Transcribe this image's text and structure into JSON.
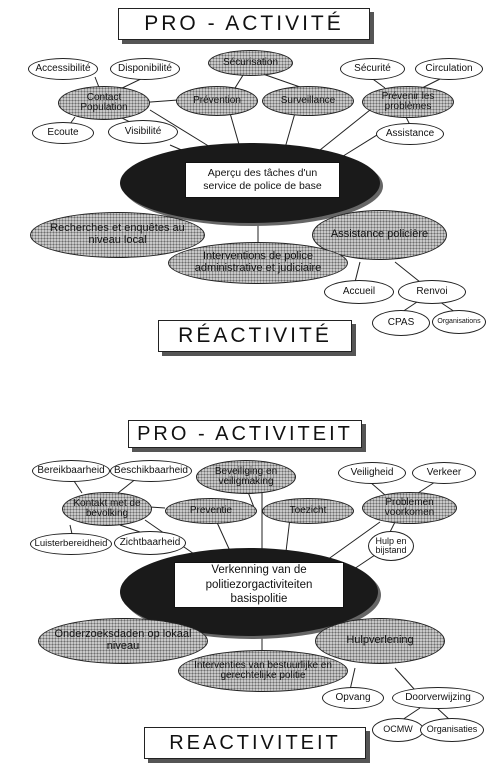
{
  "top": {
    "title": "PRO - ACTIVITÉ",
    "bottom_title": "RÉACTIVITÉ",
    "center": "Aperçu des tâches d'un service de police de base",
    "nodes": {
      "accessibilite": "Accessibilité",
      "disponibilite": "Disponibilité",
      "securisation": "Sécurisation",
      "securite": "Sécurité",
      "circulation": "Circulation",
      "contact": "Contact Population",
      "prevention": "Prévention",
      "surveillance": "Surveillance",
      "prevenir": "Prévenir les problèmes",
      "ecoute": "Ecoute",
      "visibilite": "Visibilité",
      "assistance": "Assistance",
      "recherches": "Recherches et enquêtes au niveau local",
      "interventions": "Interventions de police administrative et judiciaire",
      "assistance_policiere": "Assistance policière",
      "accueil": "Accueil",
      "renvoi": "Renvoi",
      "cpas": "CPAS",
      "organisations": "Organisations"
    }
  },
  "bottom": {
    "title": "PRO - ACTIVITEIT",
    "bottom_title": "REACTIVITEIT",
    "center": "Verkenning van de politiezorgactiviteiten basispolitie",
    "nodes": {
      "bereikbaarheid": "Bereikbaarheid",
      "beschikbaarheid": "Beschikbaarheid",
      "beveiliging": "Beveiliging en veiligmaking",
      "veiligheid": "Veiligheid",
      "verkeer": "Verkeer",
      "kontakt": "Kontakt met de bevolking",
      "preventie": "Preventie",
      "toezicht": "Toezicht",
      "problemen": "Problemen voorkomen",
      "luisterbereidheid": "Luisterbereidheid",
      "zichtbaarheid": "Zichtbaarheid",
      "hulp": "Hulp en bijstand",
      "onderzoeksdaden": "Onderzoeksdaden op lokaal niveau",
      "interventies": "Interventies van bestuurlijke en gerechtelijke politie",
      "hulpverlening": "Hulpverlening",
      "opvang": "Opvang",
      "doorverwijzing": "Doorverwijzing",
      "ocmw": "OCMW",
      "organisaties": "Organisaties"
    }
  }
}
